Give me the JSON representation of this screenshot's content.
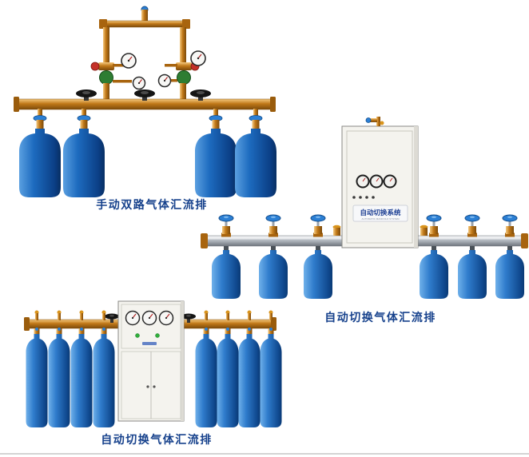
{
  "page": {
    "background_color": "#ffffff",
    "bottom_rule_color": "#d4d4d4"
  },
  "products": [
    {
      "name": "manual-dual-line-gas-manifold",
      "caption": "手动双路气体汇流排",
      "cylinder_count": 4,
      "gauge_count": 4,
      "black_hand_valve_count": 3,
      "pipe_color": "#c07818",
      "cylinder_color": "#1d6bbf"
    },
    {
      "name": "auto-switch-gas-manifold-wall-cabinet",
      "caption": "自动切换气体汇流排",
      "cylinder_count": 6,
      "gauge_count": 3,
      "cabinet_label_cn": "自动切换系统",
      "cabinet_label_en": "AUTOMATIC MANIFOLD SYSTEM",
      "pipe_color": "#b9bfc6",
      "cylinder_color": "#2f7ccc"
    },
    {
      "name": "auto-switch-gas-manifold-floor-cabinet",
      "caption": "自动切换气体汇流排",
      "cylinder_count": 8,
      "gauge_count": 3,
      "black_hand_valve_count": 2,
      "pipe_color": "#c07818",
      "cylinder_color": "#2f7ccc"
    }
  ],
  "caption_style": {
    "color": "#16418c"
  }
}
